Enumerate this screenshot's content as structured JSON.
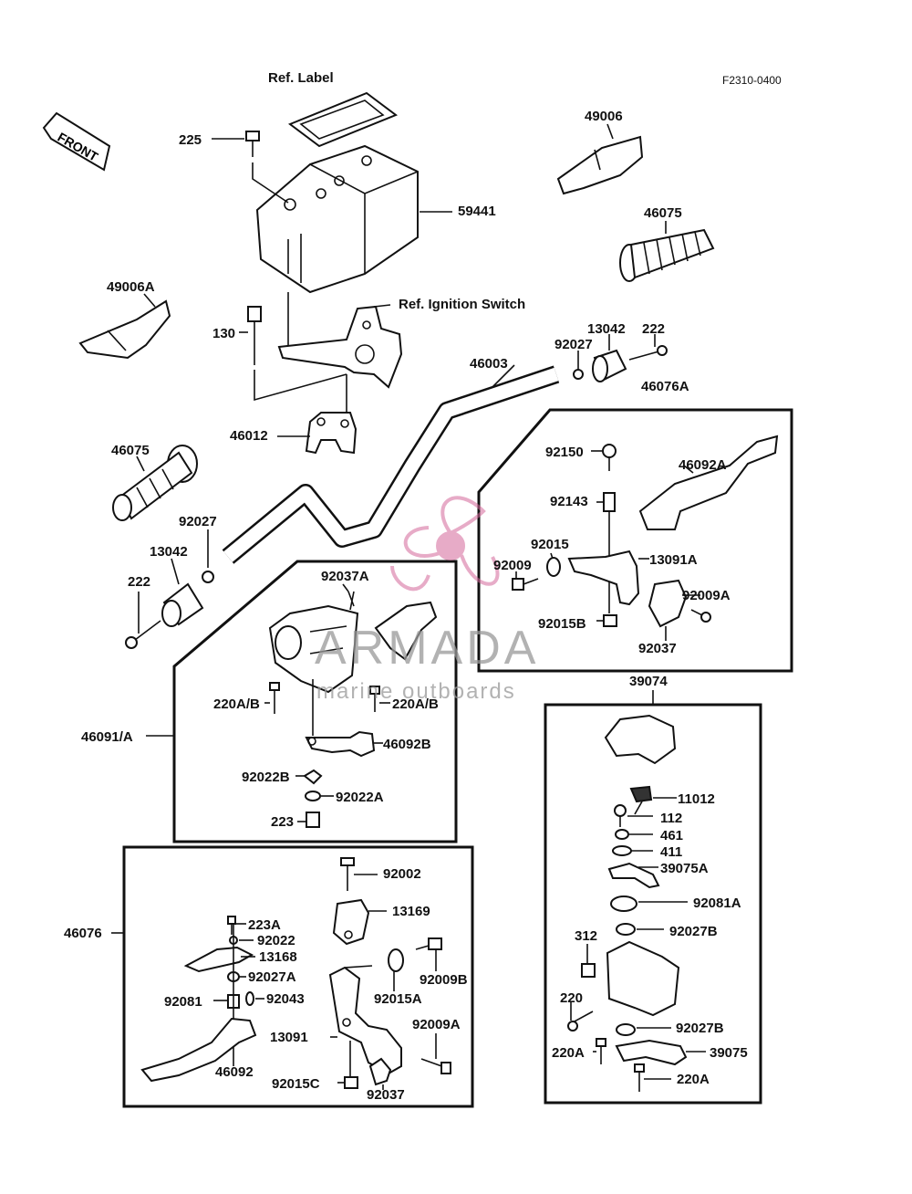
{
  "header": {
    "code": "F2310-0400"
  },
  "front_tag": "FRONT",
  "watermark": {
    "brand": "ARMADA",
    "tagline": "marine outboards"
  },
  "labels": {
    "ref_label": "Ref. Label",
    "ref_ignition": "Ref. Ignition Switch",
    "p225": "225",
    "p59441": "59441",
    "p49006": "49006",
    "p46075_top": "46075",
    "p49006a": "49006A",
    "p130": "130",
    "p13042_top": "13042",
    "p222_top": "222",
    "p92027_top": "92027",
    "p46003": "46003",
    "p46076a": "46076A",
    "p46012": "46012",
    "p46075_left": "46075",
    "p92150": "92150",
    "p46092a": "46092A",
    "p92143": "92143",
    "p92027_left": "92027",
    "p13042_left": "13042",
    "p92015": "92015",
    "p92009": "92009",
    "p13091a": "13091A",
    "p92037a": "92037A",
    "p222_left": "222",
    "p92009a_r": "92009A",
    "p92015b": "92015B",
    "p92037_r": "92037",
    "p220ab_l": "220A/B",
    "p220ab_r": "220A/B",
    "p46091a": "46091/A",
    "p46092b": "46092B",
    "p92022b": "92022B",
    "p92022a": "92022A",
    "p223": "223",
    "p39074": "39074",
    "p11012": "11012",
    "p112": "112",
    "p461": "461",
    "p411": "411",
    "p39075a": "39075A",
    "p92081a": "92081A",
    "p312": "312",
    "p92027b_1": "92027B",
    "p220": "220",
    "p92027b_2": "92027B",
    "p220a_1": "220A",
    "p39075": "39075",
    "p220a_2": "220A",
    "p92002": "92002",
    "p13169": "13169",
    "p46076": "46076",
    "p223a": "223A",
    "p92022": "92022",
    "p13168": "13168",
    "p92027a": "92027A",
    "p92009b": "92009B",
    "p92015a": "92015A",
    "p92081": "92081",
    "p92043": "92043",
    "p92009a_b": "92009A",
    "p13091": "13091",
    "p46092": "46092",
    "p92015c": "92015C",
    "p92037_b": "92037"
  }
}
